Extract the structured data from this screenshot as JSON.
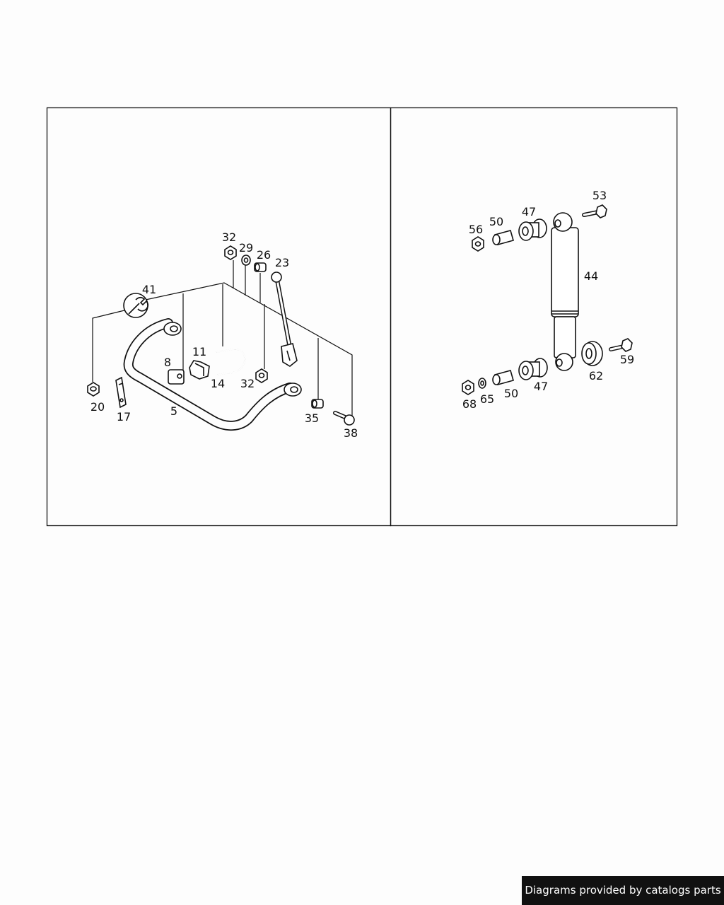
{
  "callouts": {
    "left": {
      "c41": "41",
      "c32a": "32",
      "c29": "29",
      "c26": "26",
      "c23": "23",
      "c8": "8",
      "c11": "11",
      "c14": "14",
      "c32b": "32",
      "c20": "20",
      "c17": "17",
      "c5": "5",
      "c35": "35",
      "c38": "38"
    },
    "right": {
      "c56": "56",
      "c50a": "50",
      "c47a": "47",
      "c53": "53",
      "c44": "44",
      "c59": "59",
      "c62": "62",
      "c68": "68",
      "c65": "65",
      "c50b": "50",
      "c47b": "47"
    }
  },
  "footer": {
    "credit": "Diagrams provided by catalogs parts"
  }
}
